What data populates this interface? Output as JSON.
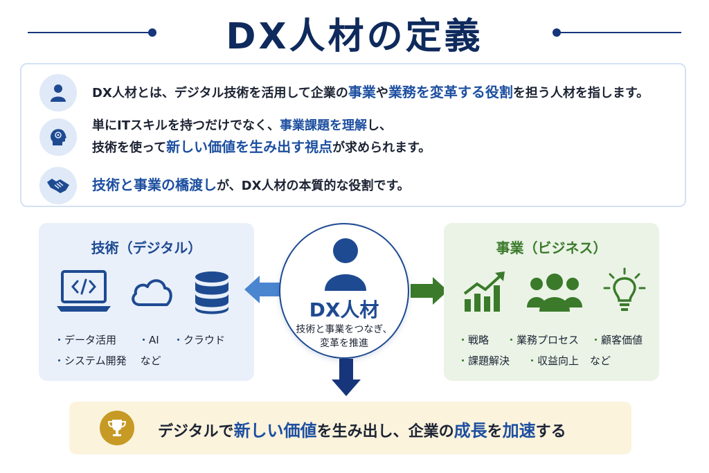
{
  "title": "DX人材の定義",
  "definition": {
    "row1": {
      "p1": "DX人材とは、デジタル技術を活用して企業の",
      "h1": "事業",
      "p2": "や",
      "h2": "業務を変革する役割",
      "p3": "を担う人材を指します。"
    },
    "row2": {
      "line1_p1": "単にITスキルを持つだけでなく、",
      "line1_h1": "事業課題を理解",
      "line1_p2": "し、",
      "line2_p1": "技術を使って",
      "line2_h1": "新しい価値を生み出す視点",
      "line2_p2": "が求められます。"
    },
    "row3": {
      "h1": "技術と事業の橋渡し",
      "p1": "が、DX人材の本質的な役割です。"
    }
  },
  "tech_panel": {
    "title": "技術（デジタル）",
    "bullets": [
      "データ活用",
      "AI",
      "クラウド",
      "システム開発"
    ],
    "suffix": "など"
  },
  "center": {
    "name": "DX人材",
    "sub_line1": "技術と事業をつなぎ、",
    "sub_line2": "変革を推進"
  },
  "biz_panel": {
    "title": "事業（ビジネス）",
    "bullets": [
      "戦略",
      "業務プロセス",
      "顧客価値",
      "課題解決",
      "収益向上"
    ],
    "suffix": "など"
  },
  "bottom": {
    "p1": "デジタルで",
    "h1": "新しい価値",
    "p2": "を生み出し、企業の",
    "h2": "成長",
    "p3": "を",
    "h3": "加速",
    "p4": "する"
  },
  "colors": {
    "navy": "#0f2a5c",
    "tech_blue": "#1e4a91",
    "biz_green": "#3a7a2a",
    "gold": "#c69a24"
  },
  "icons": {
    "row1": "person-icon",
    "row2": "brain-head-icon",
    "row3": "handshake-icon",
    "tech": [
      "laptop-code-icon",
      "cloud-icon",
      "database-icon"
    ],
    "biz": [
      "growth-chart-icon",
      "team-icon",
      "lightbulb-icon"
    ],
    "bottom": "trophy-icon"
  }
}
